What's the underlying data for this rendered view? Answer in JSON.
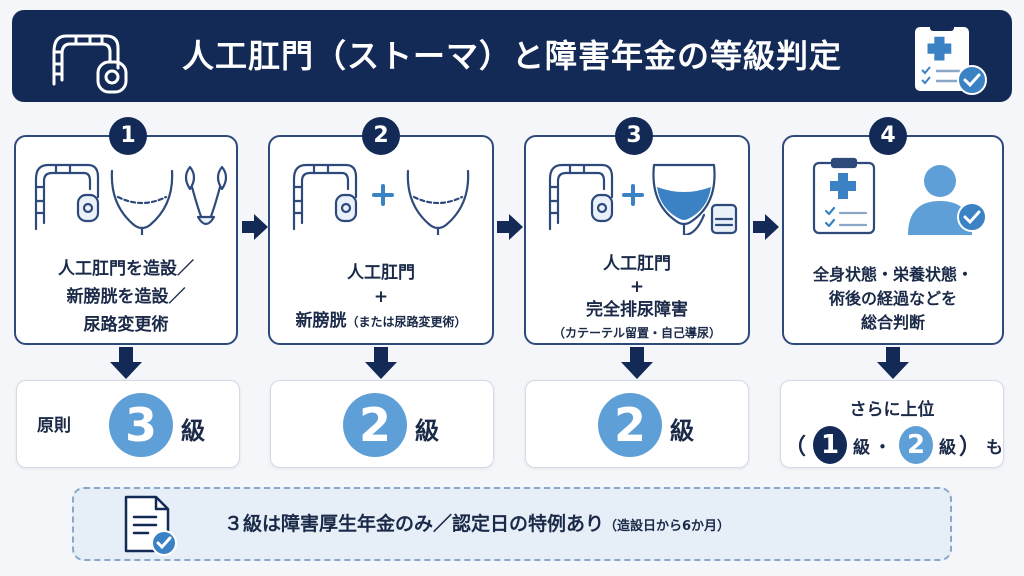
{
  "header": {
    "title": "人工肛門（ストーマ）と障害年金の等級判定",
    "left_icon": "intestine-stoma-icon",
    "right_icon": "medical-checklist-icon"
  },
  "steps": [
    {
      "number": "1",
      "icon": "colon-bladder-kidney-icon",
      "lines": [
        "人工肛門を造設／",
        "新膀胱を造設／",
        "尿路変更術"
      ],
      "result": {
        "prefix": "原則",
        "grade": "3",
        "label": "級"
      }
    },
    {
      "number": "2",
      "icon": "colon-plus-bladder-icon",
      "lines": [
        "人工肛門",
        "+",
        "新膀胱"
      ],
      "note": "（または尿路変更術）",
      "result": {
        "grade": "2",
        "label": "級"
      }
    },
    {
      "number": "3",
      "icon": "colon-plus-urine-bag-icon",
      "lines": [
        "人工肛門",
        "+",
        "完全排尿障害"
      ],
      "note": "（カテーテル留置・自己導尿）",
      "result": {
        "grade": "2",
        "label": "級"
      }
    },
    {
      "number": "4",
      "icon": "checklist-person-icon",
      "lines": [
        "全身状態・栄養状態・",
        "術後の経過などを",
        "総合判断"
      ],
      "result": {
        "top": "さらに上位",
        "open": "（",
        "grade_a": "1",
        "label_a": "級",
        "dot": "・",
        "grade_b": "2",
        "label_b": "級",
        "close": "）",
        "suffix": "も"
      }
    }
  ],
  "footer": {
    "icon": "document-check-icon",
    "text": "３級は障害厚生年金のみ／認定日の特例あり",
    "note": "（造設日から6か月）"
  },
  "colors": {
    "navy": "#142a56",
    "accent_blue": "#5d9fd6",
    "background": "#f4f6fa"
  }
}
